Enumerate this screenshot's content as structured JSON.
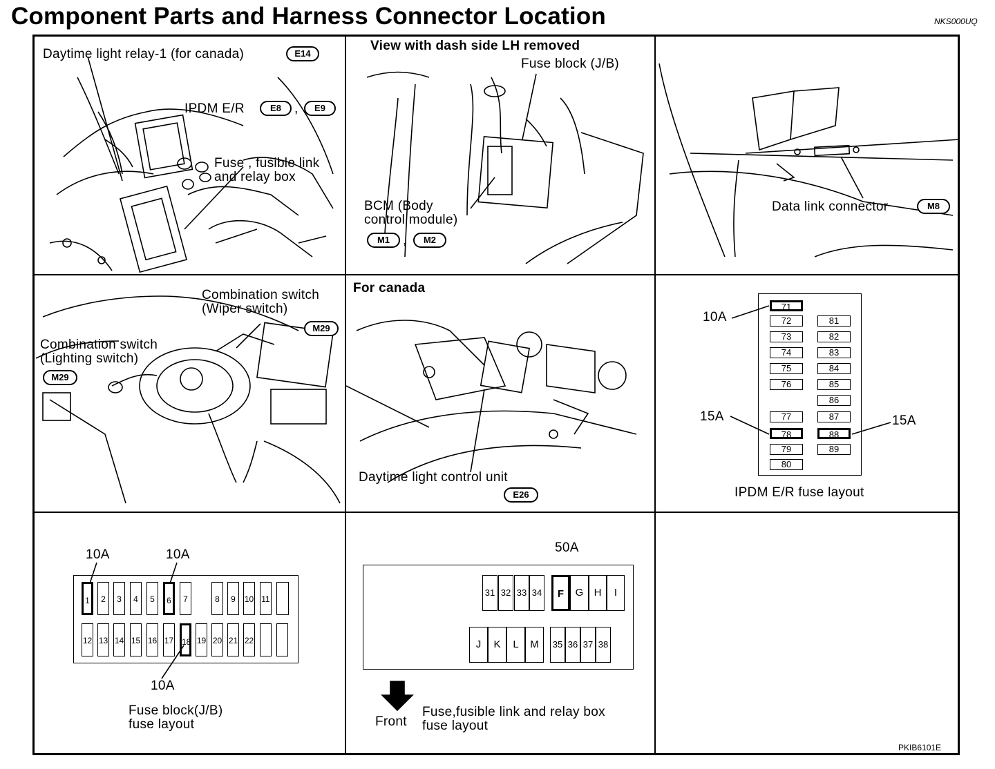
{
  "header": {
    "title": "Component Parts and Harness Connector Location",
    "doc_code": "NKS000UQ"
  },
  "footer": {
    "figure_code": "PKIB6101E"
  },
  "panels": {
    "p1": {
      "relay_label": "Daytime light relay-1 (for canada)",
      "relay_conn": "E14",
      "ipdm_label": "IPDM E/R",
      "ipdm_conn_1": "E8",
      "ipdm_conn_2": "E9",
      "comma": ",",
      "fuse_box_line1": "Fuse , fusible link",
      "fuse_box_line2": "and relay box"
    },
    "p2": {
      "view_label": "View with dash side LH removed",
      "jb_label": "Fuse block (J/B)",
      "bcm_line1": "BCM (Body",
      "bcm_line2": "control module)",
      "bcm_conn_1": "M1",
      "bcm_conn_2": "M2",
      "comma": ","
    },
    "p3": {
      "dlc_label": "Data link connector",
      "dlc_conn": "M8"
    },
    "p4": {
      "wiper_line1": "Combination switch",
      "wiper_line2": "(Wiper switch)",
      "wiper_conn": "M29",
      "light_line1": "Combination switch",
      "light_line2": "(Lighting switch)",
      "light_conn": "M29"
    },
    "p5": {
      "canada_label": "For canada",
      "dlcu_label": "Daytime light control unit",
      "dlcu_conn": "E26"
    },
    "p6": {
      "title": "IPDM E/R fuse layout",
      "amp_71": "10A",
      "amp_78": "15A",
      "amp_88": "15A",
      "col1": [
        "71",
        "72",
        "73",
        "74",
        "75",
        "76",
        "77",
        "78",
        "79",
        "80"
      ],
      "col2": [
        "81",
        "82",
        "83",
        "84",
        "85",
        "86",
        "87",
        "88",
        "89"
      ]
    },
    "p7": {
      "title_line1": "Fuse block(J/B)",
      "title_line2": "fuse layout",
      "amp_1": "10A",
      "amp_6": "10A",
      "amp_18": "10A",
      "row1": [
        "1",
        "2",
        "3",
        "4",
        "5",
        "6",
        "7",
        "8",
        "9",
        "10",
        "11",
        ""
      ],
      "row2": [
        "12",
        "13",
        "14",
        "15",
        "16",
        "17",
        "18",
        "19",
        "20",
        "21",
        "22",
        "",
        ""
      ]
    },
    "p8": {
      "title_line1": "Fuse,fusible link and relay box",
      "title_line2": "fuse layout",
      "front_label": "Front",
      "amp_F": "50A",
      "top_row": [
        "31",
        "32",
        "33",
        "34",
        "F",
        "G",
        "H",
        "I"
      ],
      "bottom_row": [
        "J",
        "K",
        "L",
        "M",
        "35",
        "36",
        "37",
        "38"
      ]
    }
  }
}
